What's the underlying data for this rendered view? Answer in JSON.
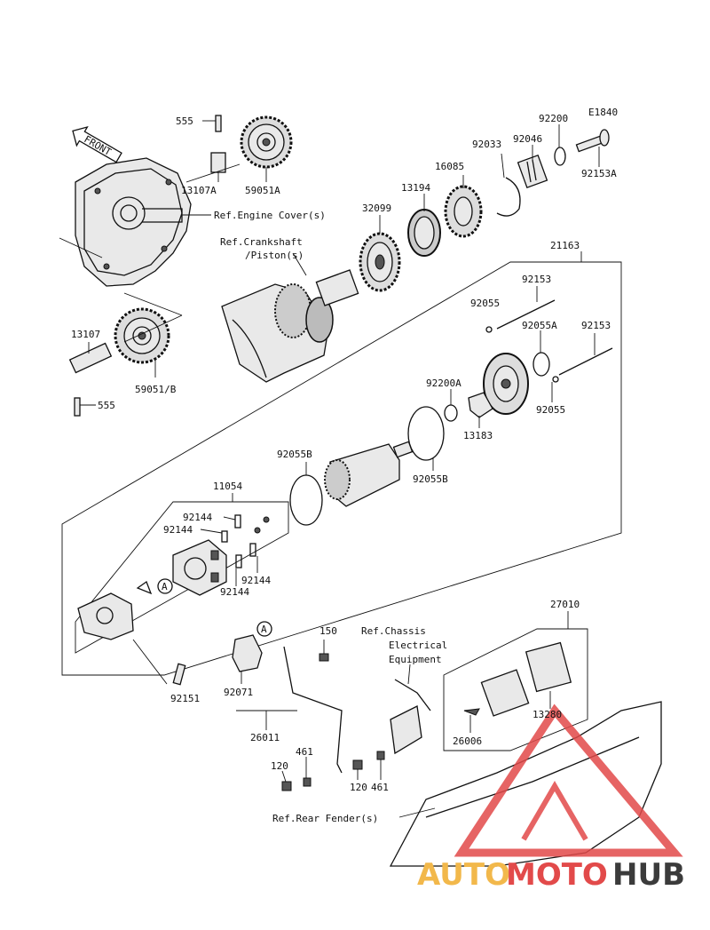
{
  "code": "E1840",
  "front_tag": "FRONT",
  "parts": {
    "p555a": "555",
    "p13107a": "13107A",
    "p59051a": "59051A",
    "engine_cover": "Ref.Engine Cover(s)",
    "crank1": "Ref.Crankshaft",
    "crank2": "/Piston(s)",
    "p13107": "13107",
    "p59051b": "59051/B",
    "p555b": "555",
    "p92200": "92200",
    "p92033": "92033",
    "p92046": "92046",
    "p16085": "16085",
    "p13194": "13194",
    "p92153a": "92153A",
    "p32099": "32099",
    "p21163": "21163",
    "p92153_1": "92153",
    "p92055_1": "92055",
    "p92055a": "92055A",
    "p92153_2": "92153",
    "p92200a": "92200A",
    "p92055_2": "92055",
    "p13183": "13183",
    "p92055b_1": "92055B",
    "p92055b_2": "92055B",
    "p11054": "11054",
    "p92144_1": "92144",
    "p92144_2": "92144",
    "p92144_3": "92144",
    "p92144_4": "92144",
    "callout_a1": "A",
    "callout_a2": "A",
    "p92151": "92151",
    "p150": "150",
    "p92071": "92071",
    "p26011": "26011",
    "chassis1": "Ref.Chassis",
    "chassis2": "Electrical",
    "chassis3": "Equipment",
    "p27010": "27010",
    "p13280": "13280",
    "p26006": "26006",
    "p461_1": "461",
    "p120_1": "120",
    "p120_2": "120",
    "p461_2": "461",
    "rear_fender": "Ref.Rear Fender(s)"
  },
  "watermark": {
    "part1": "AUTO",
    "part2": "MOTO",
    "part3": "HUB"
  },
  "colors": {
    "watermark_red": "#e24a4a",
    "watermark_yellow": "#f2b84b",
    "watermark_dark": "#3b3b3b"
  }
}
